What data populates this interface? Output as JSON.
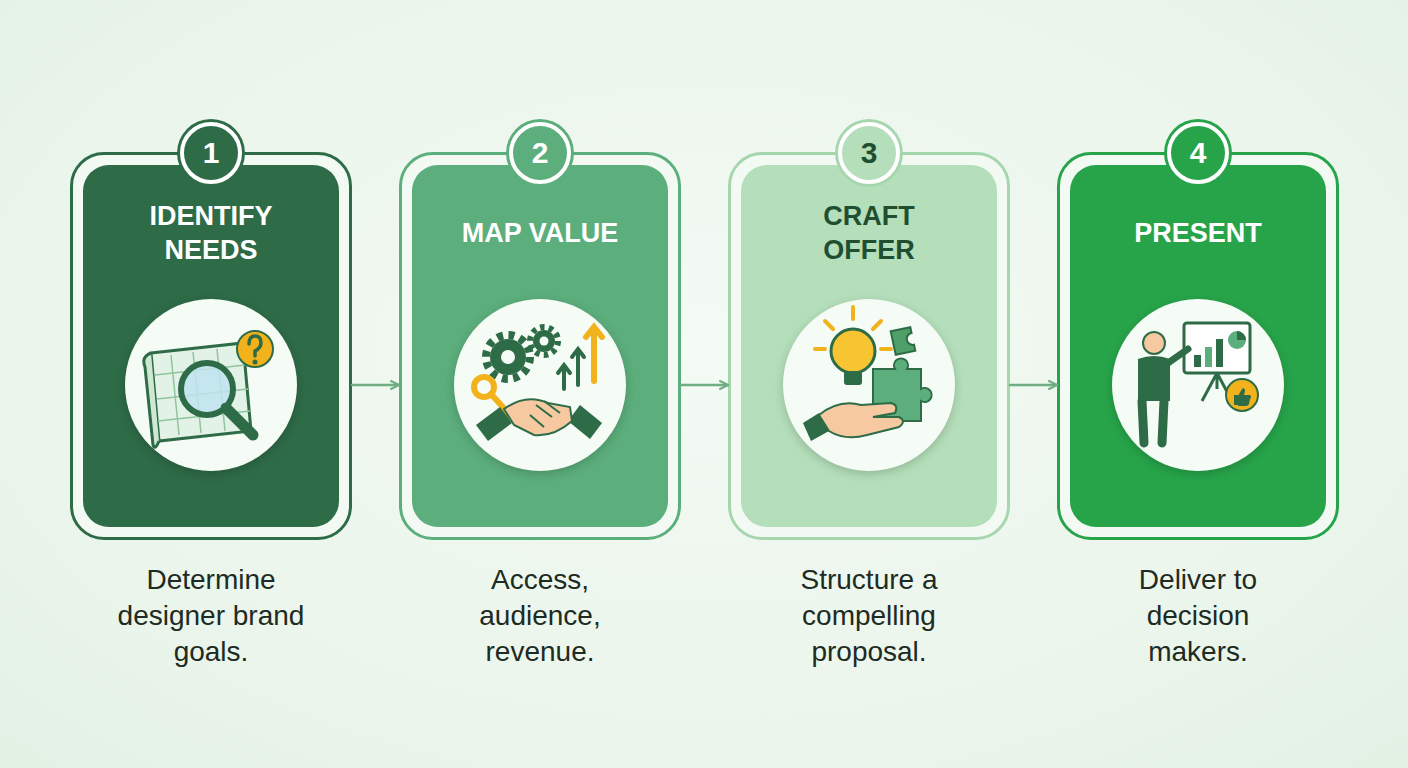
{
  "diagram": {
    "nodes": [
      {
        "text": [
          "IDENTIFY NEEDS",
          "Determine designer brand goals."
        ]
      },
      {
        "text": [
          "1"
        ],
        "in": 0
      },
      {
        "text": [
          "MAP VALUE",
          "Access, audience, revenue."
        ]
      },
      {
        "text": [
          "2"
        ],
        "in": 2
      },
      {
        "text": [
          "CRAFT OFFER",
          "Structure a compelling proposal."
        ]
      },
      {
        "text": [
          "3"
        ],
        "in": 4
      },
      {
        "text": [
          "PRESENT",
          "Deliver to decision makers."
        ]
      },
      {
        "text": [
          "4"
        ],
        "in": 6
      }
    ],
    "edges": [
      {
        "from": 0,
        "to": 2,
        "arrow": "to"
      },
      {
        "from": 2,
        "to": 4,
        "arrow": "to"
      },
      {
        "from": 4,
        "to": 6,
        "arrow": "to"
      }
    ]
  }
}
